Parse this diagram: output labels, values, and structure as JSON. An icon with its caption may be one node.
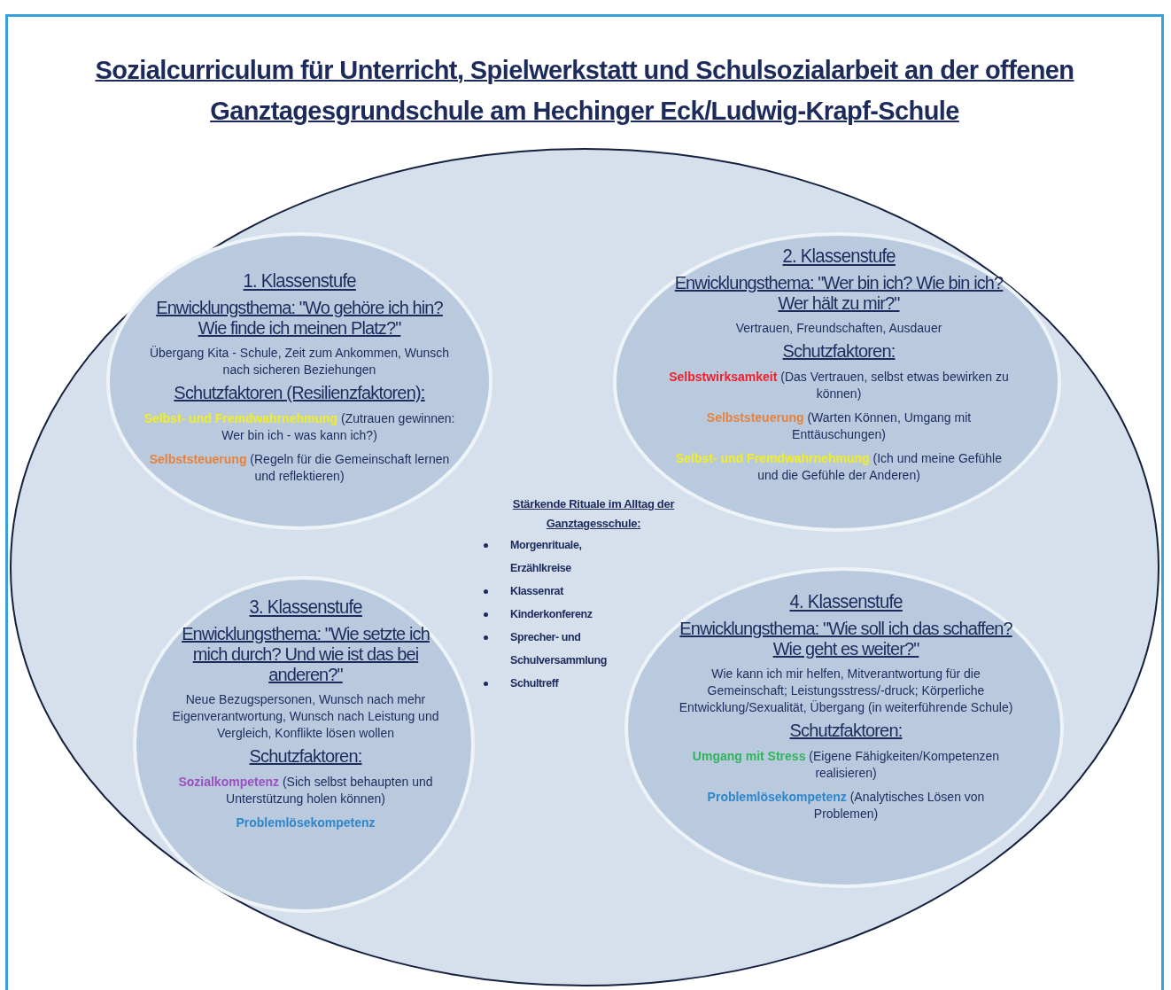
{
  "diagram": {
    "title": "Sozialcurriculum für Unterricht, Spielwerkstatt und Schulsozialarbeit an der offenen Ganztagesgrundschule am Hechinger Eck/Ludwig-Krapf-Schule",
    "nodes": [
      {
        "text": [
          "Stärkende Rituale im Alltag der Ganztagesschule:",
          "Morgenrituale, Erzählkreise",
          "Klassenrat",
          "Kinderkonferenz",
          "Sprecher- und Schulversammlung",
          "Schultreff"
        ]
      },
      {
        "text": [
          "1. Klassenstufe",
          "Enwicklungsthema: \"Wo gehöre ich hin? Wie finde ich meinen Platz?\"",
          "Übergang Kita - Schule, Zeit zum Ankommen, Wunsch nach sicheren Beziehungen",
          "Schutzfaktoren (Resilienzfaktoren):",
          "**Selbst- und Fremdwahrnehmung** (Zutrauen gewinnen: Wer bin ich - was kann ich?)",
          "**Selbststeuerung** (Regeln für die Gemeinschaft lernen und reflektieren)"
        ],
        "in": 0
      },
      {
        "text": [
          "2. Klassenstufe",
          "Enwicklungsthema: \"Wer bin ich? Wie bin ich? Wer hält zu mir?\"",
          "Vertrauen, Freundschaften, Ausdauer",
          "Schutzfaktoren:",
          "**Selbstwirksamkeit** (Das Vertrauen, selbst etwas bewirken zu können)",
          "**Selbststeuerung** (Warten Können, Umgang mit Enttäuschungen)",
          "**Selbst- und Fremdwahrnehmung** (Ich und meine Gefühle und die Gefühle der Anderen)"
        ],
        "in": 0
      },
      {
        "text": [
          "3. Klassenstufe",
          "Enwicklungsthema: \"Wie setzte ich mich durch? Und wie ist das bei anderen?\"",
          "Neue Bezugspersonen, Wunsch nach mehr Eigenverantwortung, Wunsch nach Leistung und Vergleich, Konflikte lösen wollen",
          "Schutzfaktoren:",
          "**Sozialkompetenz** (Sich selbst behaupten und Unterstützung holen können)",
          "Problemlösekompetenz"
        ],
        "in": 0
      },
      {
        "text": [
          "4. Klassenstufe",
          "Enwicklungsthema: \"Wie soll ich das schaffen? Wie geht es weiter?\"",
          "Wie kann ich mir helfen, Mitverantwortung für die Gemeinschaft; Leistungsstress/-druck; Körperliche Entwicklung/Sexualität, Übergang (in weiterführende Schule)",
          "Schutzfaktoren:",
          "**Umgang mit Stress** (Eigene Fähigkeiten/Kompetenzen realisieren)",
          "**Problemlösekompetenz** (Analytisches Lösen von Problemen)"
        ],
        "in": 0
      }
    ]
  }
}
